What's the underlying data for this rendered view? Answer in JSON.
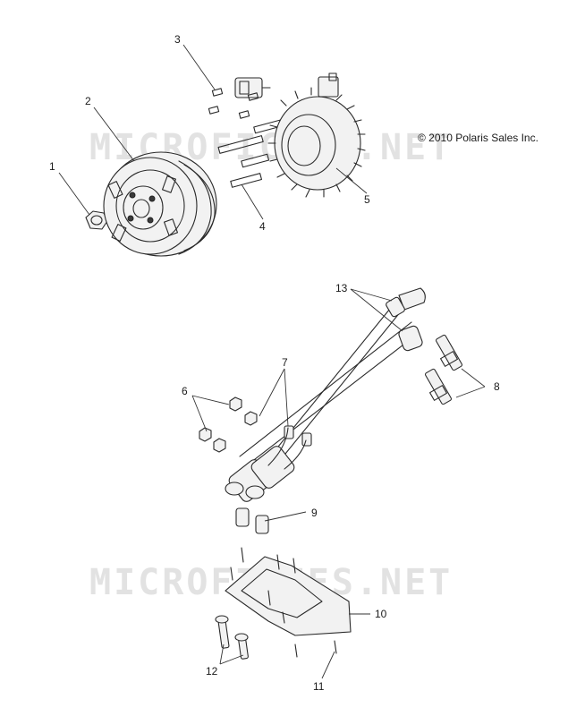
{
  "copyright": "© 2010 Polaris Sales Inc.",
  "watermark": "MICROFICHES.NET",
  "callouts": [
    "1",
    "2",
    "3",
    "4",
    "5",
    "6",
    "7",
    "8",
    "9",
    "10",
    "11",
    "12",
    "13"
  ]
}
